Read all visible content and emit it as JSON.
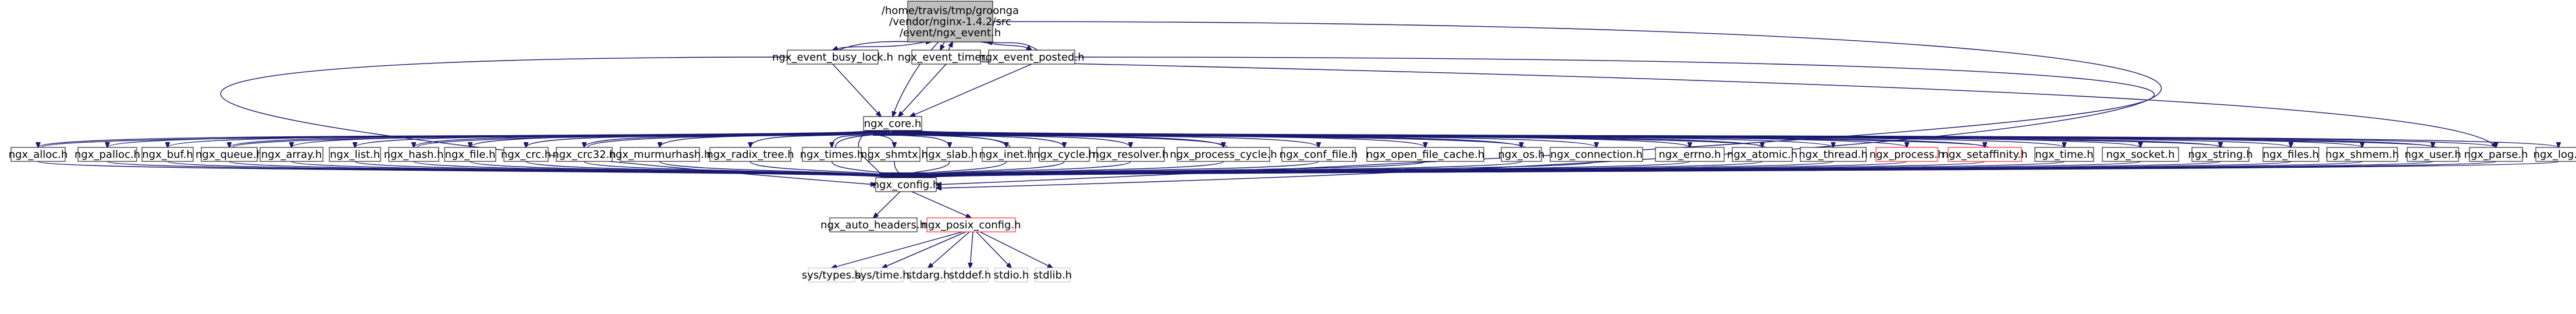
{
  "graph": {
    "root": {
      "lines": [
        "/home/travis/tmp/groonga",
        "/vendor/nginx-1.4.2/src",
        "/event/ngx_event.h"
      ],
      "fill": "#bfbfbf"
    },
    "level1": [
      "ngx_event_busy_lock.h",
      "ngx_event_timer.h",
      "ngx_event_posted.h"
    ],
    "core": "ngx_core.h",
    "headers": [
      "ngx_alloc.h",
      "ngx_palloc.h",
      "ngx_buf.h",
      "ngx_queue.h",
      "ngx_array.h",
      "ngx_list.h",
      "ngx_hash.h",
      "ngx_file.h",
      "ngx_crc.h",
      "ngx_crc32.h",
      "ngx_murmurhash.h",
      "ngx_radix_tree.h",
      "ngx_times.h",
      "ngx_shmtx.h",
      "ngx_slab.h",
      "ngx_inet.h",
      "ngx_cycle.h",
      "ngx_resolver.h",
      "ngx_process_cycle.h",
      "ngx_conf_file.h",
      "ngx_open_file_cache.h",
      "ngx_os.h",
      "ngx_connection.h",
      "ngx_errno.h",
      "ngx_atomic.h",
      "ngx_thread.h",
      "ngx_process.h",
      "ngx_setaffinity.h",
      "ngx_time.h",
      "ngx_socket.h",
      "ngx_string.h",
      "ngx_files.h",
      "ngx_shmem.h",
      "ngx_user.h",
      "ngx_parse.h",
      "ngx_log.h"
    ],
    "red_headers": [
      "ngx_process.h",
      "ngx_setaffinity.h"
    ],
    "config": "ngx_config.h",
    "config_children": [
      "ngx_auto_headers.h",
      "ngx_posix_config.h"
    ],
    "system_headers": [
      "sys/types.h",
      "sys/time.h",
      "stdarg.h",
      "stddef.h",
      "stdio.h",
      "stdlib.h"
    ],
    "colors": {
      "edge": "#191970",
      "root_fill": "#bfbfbf",
      "red_border": "#ff0000",
      "gray_border": "#bfbfbf"
    }
  }
}
